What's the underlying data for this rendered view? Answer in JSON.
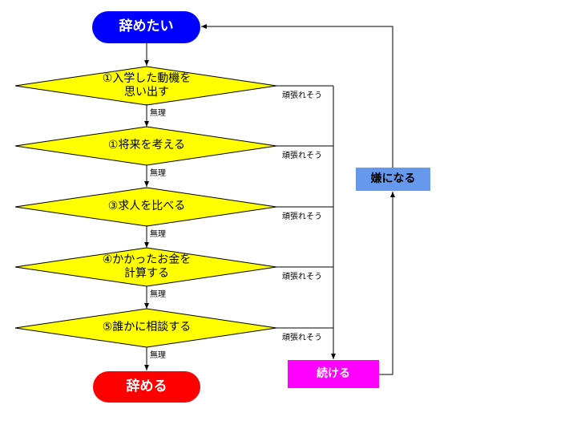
{
  "colors": {
    "start": "#0000ff",
    "end": "#ff0000",
    "decision": "#ffff00",
    "continue": "#ff00ff",
    "dislike": "#6699ee"
  },
  "start": {
    "label": "辞めたい"
  },
  "decisions": [
    {
      "line1": "①入学した動機を",
      "line2": "思い出す",
      "yes": "頑張れそう",
      "no": "無理"
    },
    {
      "line1": "①将来を考える",
      "line2": "",
      "yes": "頑張れそう",
      "no": "無理"
    },
    {
      "line1": "③求人を比べる",
      "line2": "",
      "yes": "頑張れそう",
      "no": "無理"
    },
    {
      "line1": "④かかったお金を",
      "line2": "計算する",
      "yes": "頑張れそう",
      "no": "無理"
    },
    {
      "line1": "⑤誰かに相談する",
      "line2": "",
      "yes": "頑張れそう",
      "no": "無理"
    }
  ],
  "end": {
    "label": "辞める"
  },
  "continue": {
    "label": "続ける"
  },
  "dislike": {
    "label": "嫌になる"
  }
}
